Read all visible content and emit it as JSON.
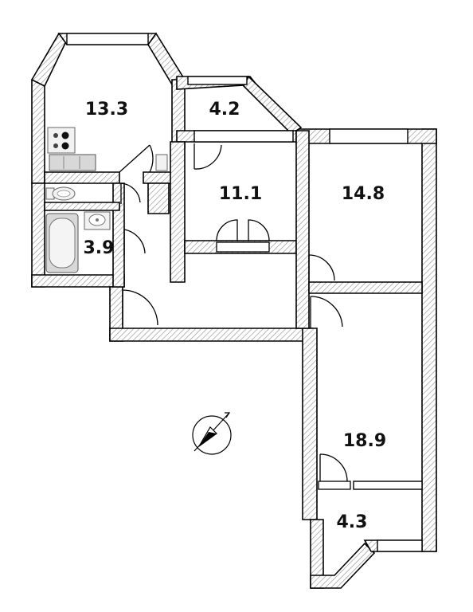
{
  "rooms": {
    "kitchen": "13.3",
    "loggia_top": "4.2",
    "bedroom_small": "11.1",
    "bedroom_right": "14.8",
    "bathroom": "3.9",
    "living": "18.9",
    "balcony": "4.3"
  },
  "icons": {
    "compass": "compass-icon",
    "stove": "stove-icon",
    "sink": "sink-icon",
    "toilet": "toilet-icon",
    "bathtub": "bathtub-icon",
    "washbasin": "washbasin-icon"
  },
  "colors": {
    "wall_stroke": "#000000",
    "hatch": "#9a9a9a",
    "background": "#ffffff"
  }
}
